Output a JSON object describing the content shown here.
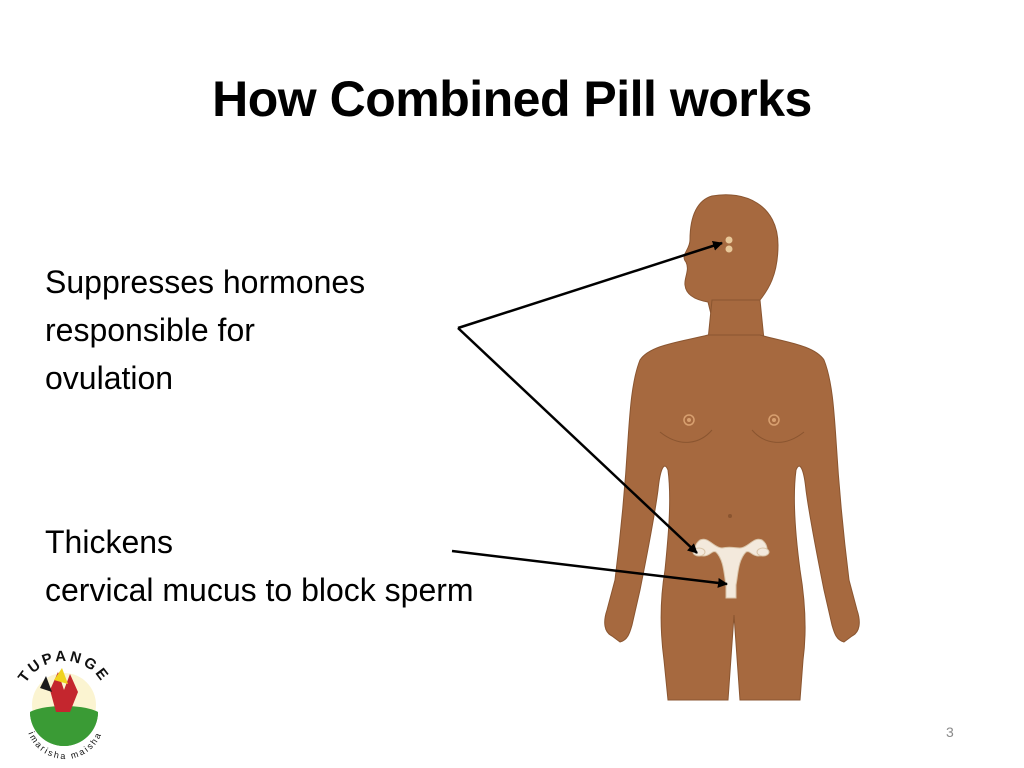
{
  "slide": {
    "title": "How Combined Pill works",
    "bullets": [
      {
        "lines": [
          "Suppresses hormones",
          "responsible for",
          "ovulation"
        ]
      },
      {
        "lines": [
          "Thickens",
          "cervical mucus to block sperm"
        ]
      }
    ],
    "page_number": "3"
  },
  "logo": {
    "top_text": "TUPANGE",
    "bottom_text": "imarisha maisha",
    "colors": {
      "green": "#3a9b35",
      "red": "#c4262e",
      "yellow": "#f0d31e"
    }
  },
  "figure": {
    "icon": "female-body-illustration",
    "colors": {
      "skin": "#a6693f",
      "skin_dark": "#8a5530",
      "uterus": "#f3e9dc"
    }
  },
  "arrows": {
    "color": "#000000"
  }
}
